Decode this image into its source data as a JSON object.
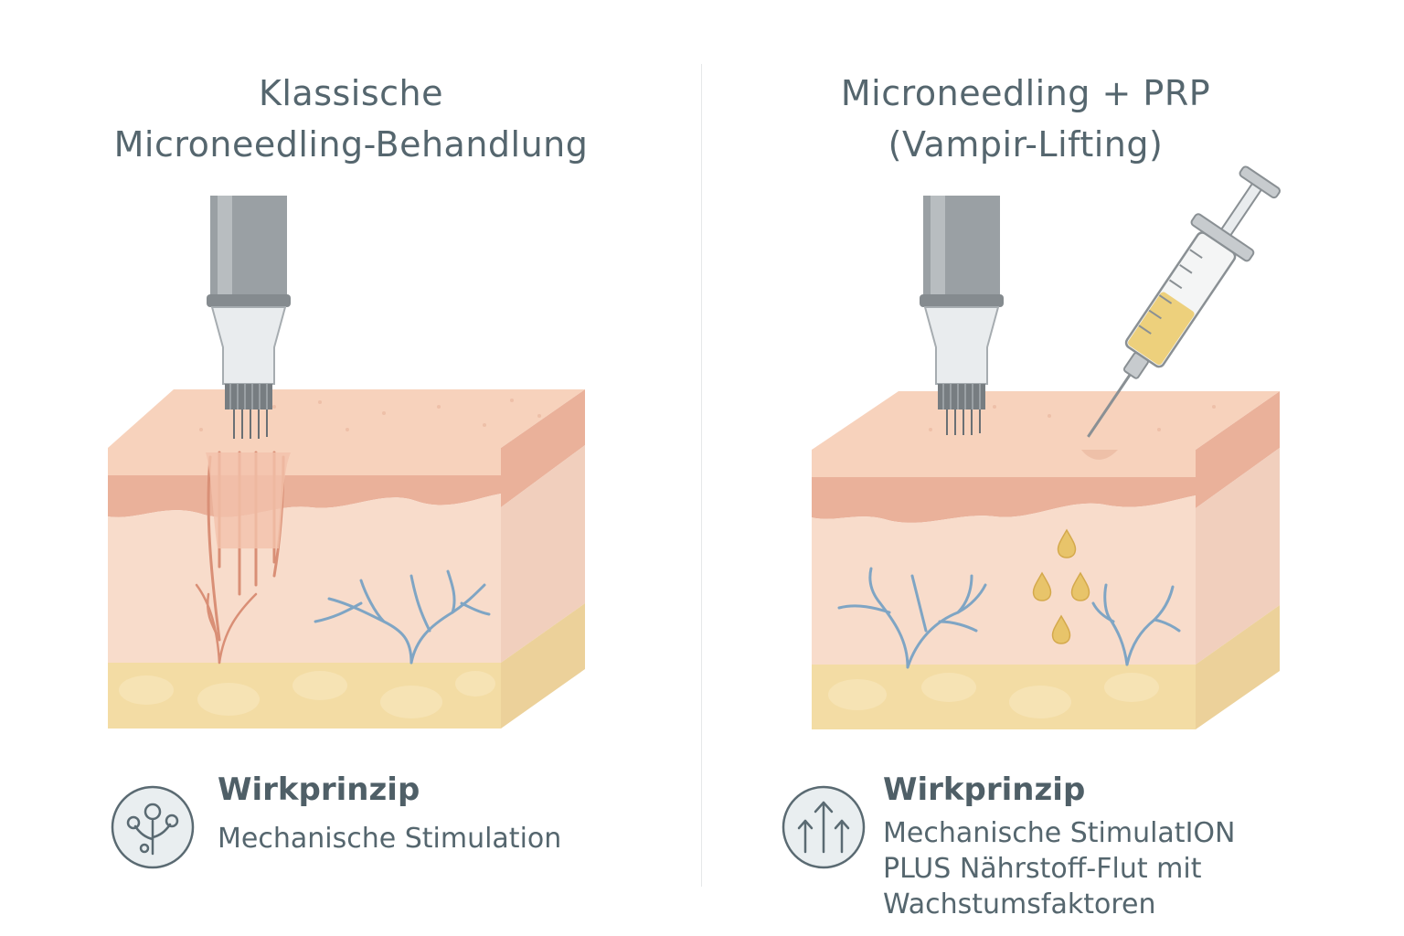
{
  "left_panel": {
    "title_lines": [
      "Klassische",
      "Microneedling-Behandlung"
    ],
    "principle_heading": "Wirkprinzip",
    "principle_lines": [
      "Mechanische Stimulation"
    ],
    "icon": "cell-growth-icon"
  },
  "right_panel": {
    "title_lines": [
      "Microneedling + PRP",
      "(Vampir-Lifting)"
    ],
    "principle_heading": "Wirkprinzip",
    "principle_lines": [
      "Mechanische StimulatION",
      "PLUS Nährstoff-Flut mit",
      "Wachstumsfaktoren"
    ],
    "icon": "upward-arrows-icon"
  },
  "colors": {
    "epidermis": "#f7d2bc",
    "dermis_band": "#eab19a",
    "dermis": "#f8dccb",
    "fat": "#f3dca4",
    "vessel": "#7fa5c4",
    "prp": "#e8c46a",
    "device": "#9aa0a4",
    "text": "#55666e"
  }
}
